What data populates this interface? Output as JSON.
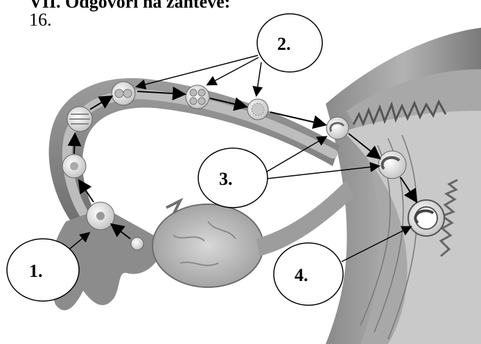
{
  "header": {
    "title": "VII. Odgovori na zahteve:"
  },
  "question": {
    "number": "16."
  },
  "labels": [
    {
      "id": "label-1",
      "text": "1."
    },
    {
      "id": "label-2",
      "text": "2."
    },
    {
      "id": "label-3",
      "text": "3."
    },
    {
      "id": "label-4",
      "text": "4."
    }
  ]
}
